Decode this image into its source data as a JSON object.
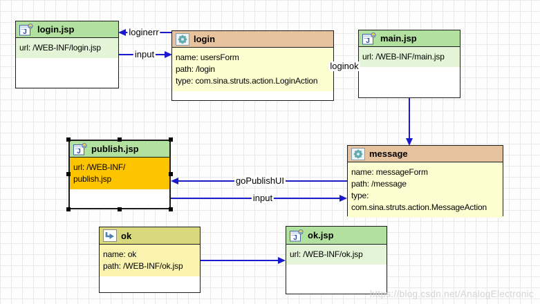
{
  "canvas": {
    "watermark": "https://blog.csdn.net/AnalogElectronic"
  },
  "colors": {
    "jsp_header": "#b2e09e",
    "jsp_body": "#e4f5d7",
    "action_header": "#e7c29e",
    "action_body": "#fdfdd2",
    "selected_body": "#fdc500",
    "forward_header": "#d9d87c",
    "forward_body": "#faf4b0",
    "wire": "#1a1acd",
    "grid_line": "#e9e9e9",
    "watermark_text": "#d4d4d4"
  },
  "nodes": [
    {
      "kind": "jsp-page",
      "title": "login.jsp",
      "lines": [
        "url: /WEB-INF/login.jsp"
      ]
    },
    {
      "kind": "action",
      "title": "login",
      "lines": [
        "name: usersForm",
        "path: /login",
        "type: com.sina.struts.action.LoginAction"
      ]
    },
    {
      "kind": "jsp-page",
      "title": "main.jsp",
      "lines": [
        "url: /WEB-INF/main.jsp"
      ]
    },
    {
      "kind": "jsp-page",
      "title": "publish.jsp",
      "lines": [
        "url: /WEB-INF/",
        "publish.jsp"
      ],
      "selected": true
    },
    {
      "kind": "action",
      "title": "message",
      "lines": [
        "name: messageForm",
        "path: /message",
        "type:",
        "com.sina.struts.action.MessageAction"
      ]
    },
    {
      "kind": "forward",
      "title": "ok",
      "lines": [
        "name: ok",
        "path: /WEB-INF/ok.jsp"
      ]
    },
    {
      "kind": "jsp-page",
      "title": "ok.jsp",
      "lines": [
        "url: /WEB-INF/ok.jsp"
      ]
    }
  ],
  "connectors": [
    {
      "label": "loginerr",
      "from": "login",
      "to": "login.jsp"
    },
    {
      "label": "input",
      "from": "login.jsp",
      "to": "login"
    },
    {
      "label": "loginok",
      "from": "login",
      "to": "main.jsp"
    },
    {
      "label": "",
      "from": "main.jsp",
      "to": "message"
    },
    {
      "label": "goPublishUI",
      "from": "message",
      "to": "publish.jsp"
    },
    {
      "label": "input",
      "from": "publish.jsp",
      "to": "message"
    },
    {
      "label": "",
      "from": "ok",
      "to": "ok.jsp"
    }
  ]
}
